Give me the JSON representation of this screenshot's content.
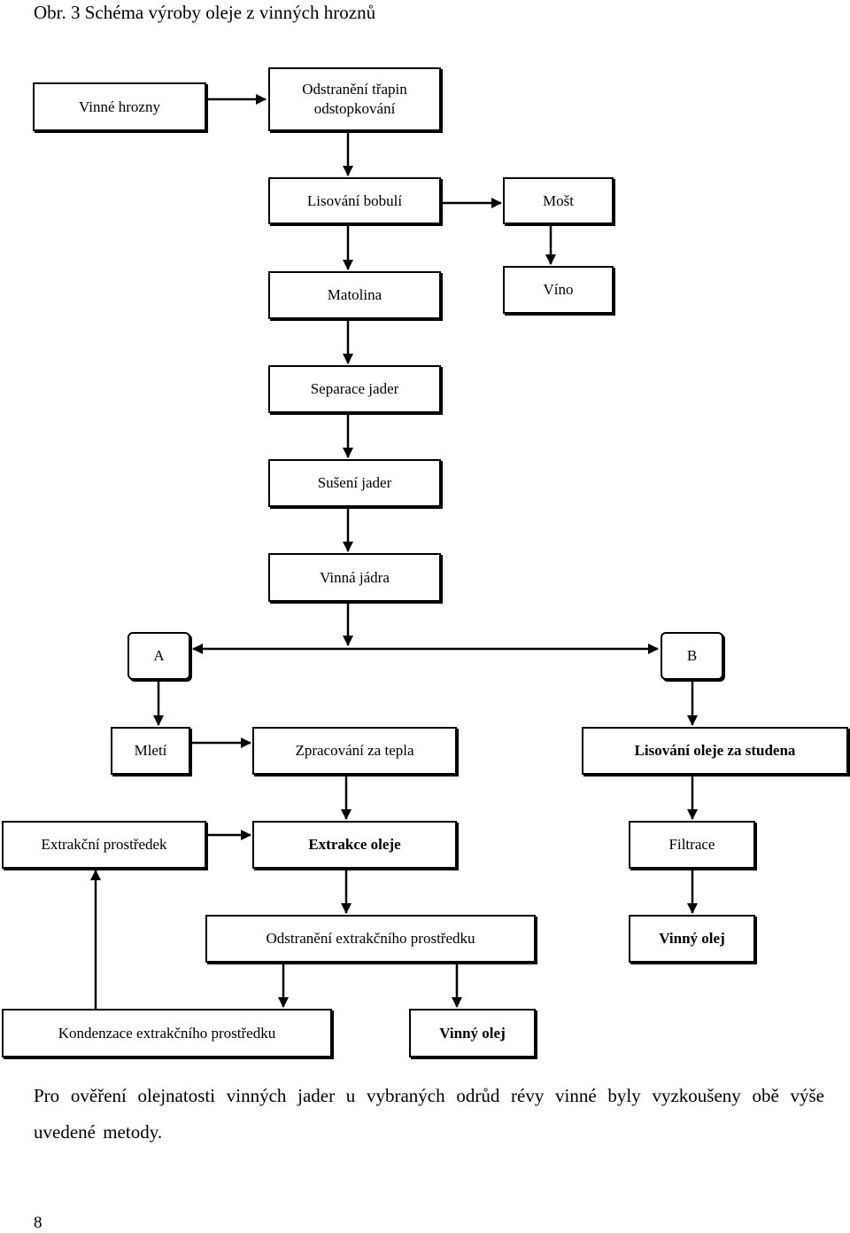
{
  "caption": "Obr. 3 Schéma výroby oleje z vinných hroznů",
  "diagram": {
    "nodes": {
      "vinne_hrozny": "Vinné hrozny",
      "odstraneni_1": "Odstranění třapin",
      "odstraneni_2": "odstopkování",
      "lisovani_bobuli": "Lisování bobulí",
      "most": "Mošt",
      "matolina": "Matolina",
      "vino": "Víno",
      "separace": "Separace jader",
      "suseni": "Sušení jader",
      "vinna_jadra": "Vinná jádra",
      "a": "A",
      "b": "B",
      "mleti": "Mletí",
      "zpracovani": "Zpracování za tepla",
      "lisovani_oleje": "Lisování oleje za studena",
      "extrakcni_prostredek": "Extrakční prostředek",
      "extrakce_oleje": "Extrakce oleje",
      "filtrace": "Filtrace",
      "odstraneni_extrakcniho": "Odstranění extrakčního prostředku",
      "vinny_olej_right": "Vinný olej",
      "kondenzace": "Kondenzace extrakčního prostředku",
      "vinny_olej_bottom": "Vinný olej"
    }
  },
  "paragraph": "Pro ověření olejnatosti vinných jader u vybraných odrůd révy vinné byly vyzkoušeny obě výše uvedené metody.",
  "page_number": "8"
}
